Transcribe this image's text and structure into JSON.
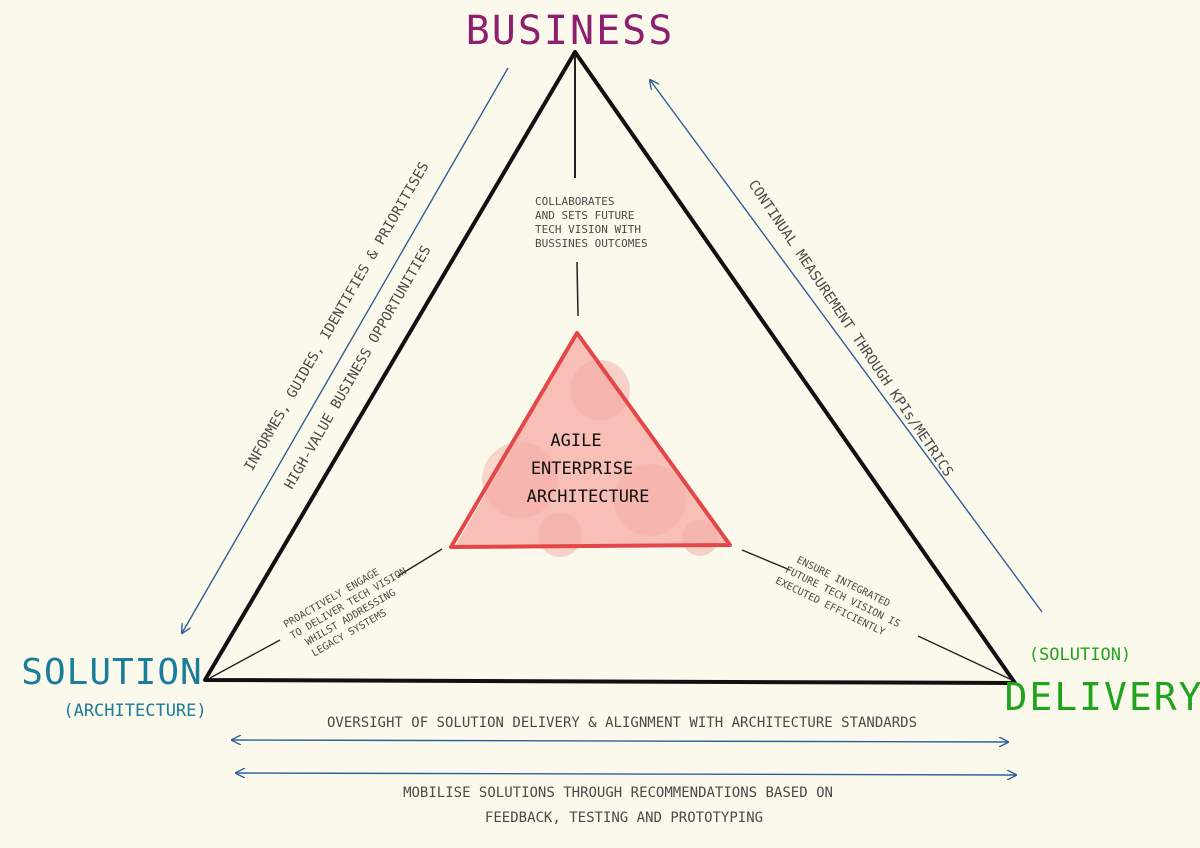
{
  "nodes": {
    "business": {
      "label": "BUSINESS",
      "color": "#8e1f6e"
    },
    "solution": {
      "label": "SOLUTION",
      "sublabel": "(ARCHITECTURE)",
      "color": "#1a7d9a"
    },
    "delivery": {
      "label": "DELIVERY",
      "sublabel": "(SOLUTION)",
      "color": "#22a31e"
    }
  },
  "center": {
    "lines": [
      "AGILE",
      "ENTERPRISE",
      "ARCHITECTURE"
    ],
    "fill": "#f5b3ac",
    "stroke": "#e4474a"
  },
  "inner_notes": {
    "top": [
      "COLLABORATES",
      "AND SETS FUTURE",
      "TECH VISION WITH",
      "BUSSINES OUTCOMES"
    ],
    "left": [
      "PROACTIVELY ENGAGE",
      "TO DELIVER TECH VISION",
      "WHILST ADDRESSING",
      "LEGACY SYSTEMS"
    ],
    "right": [
      "ENSURE INTEGRATED",
      "FUTURE TECH VISION IS",
      "EXECUTED EFFICIENTLY"
    ]
  },
  "arrow_labels": {
    "left_outer": "INFORMES, GUIDES, IDENTIFIES & PRIORITISES",
    "left_inner": "HIGH-VALUE BUSINESS OPPORTUNITIES",
    "right": "CONTINUAL MEASUREMENT THROUGH KPIs/METRICS",
    "bottom_top": "OVERSIGHT OF SOLUTION DELIVERY & ALIGNMENT WITH ARCHITECTURE STANDARDS",
    "bottom_lower_1": "MOBILISE SOLUTIONS THROUGH RECOMMENDATIONS BASED ON",
    "bottom_lower_2": "FEEDBACK, TESTING AND PROTOTYPING"
  },
  "colors": {
    "arrow": "#2f5f9a",
    "triangle": "#111111",
    "note": "#4a4a4a"
  }
}
